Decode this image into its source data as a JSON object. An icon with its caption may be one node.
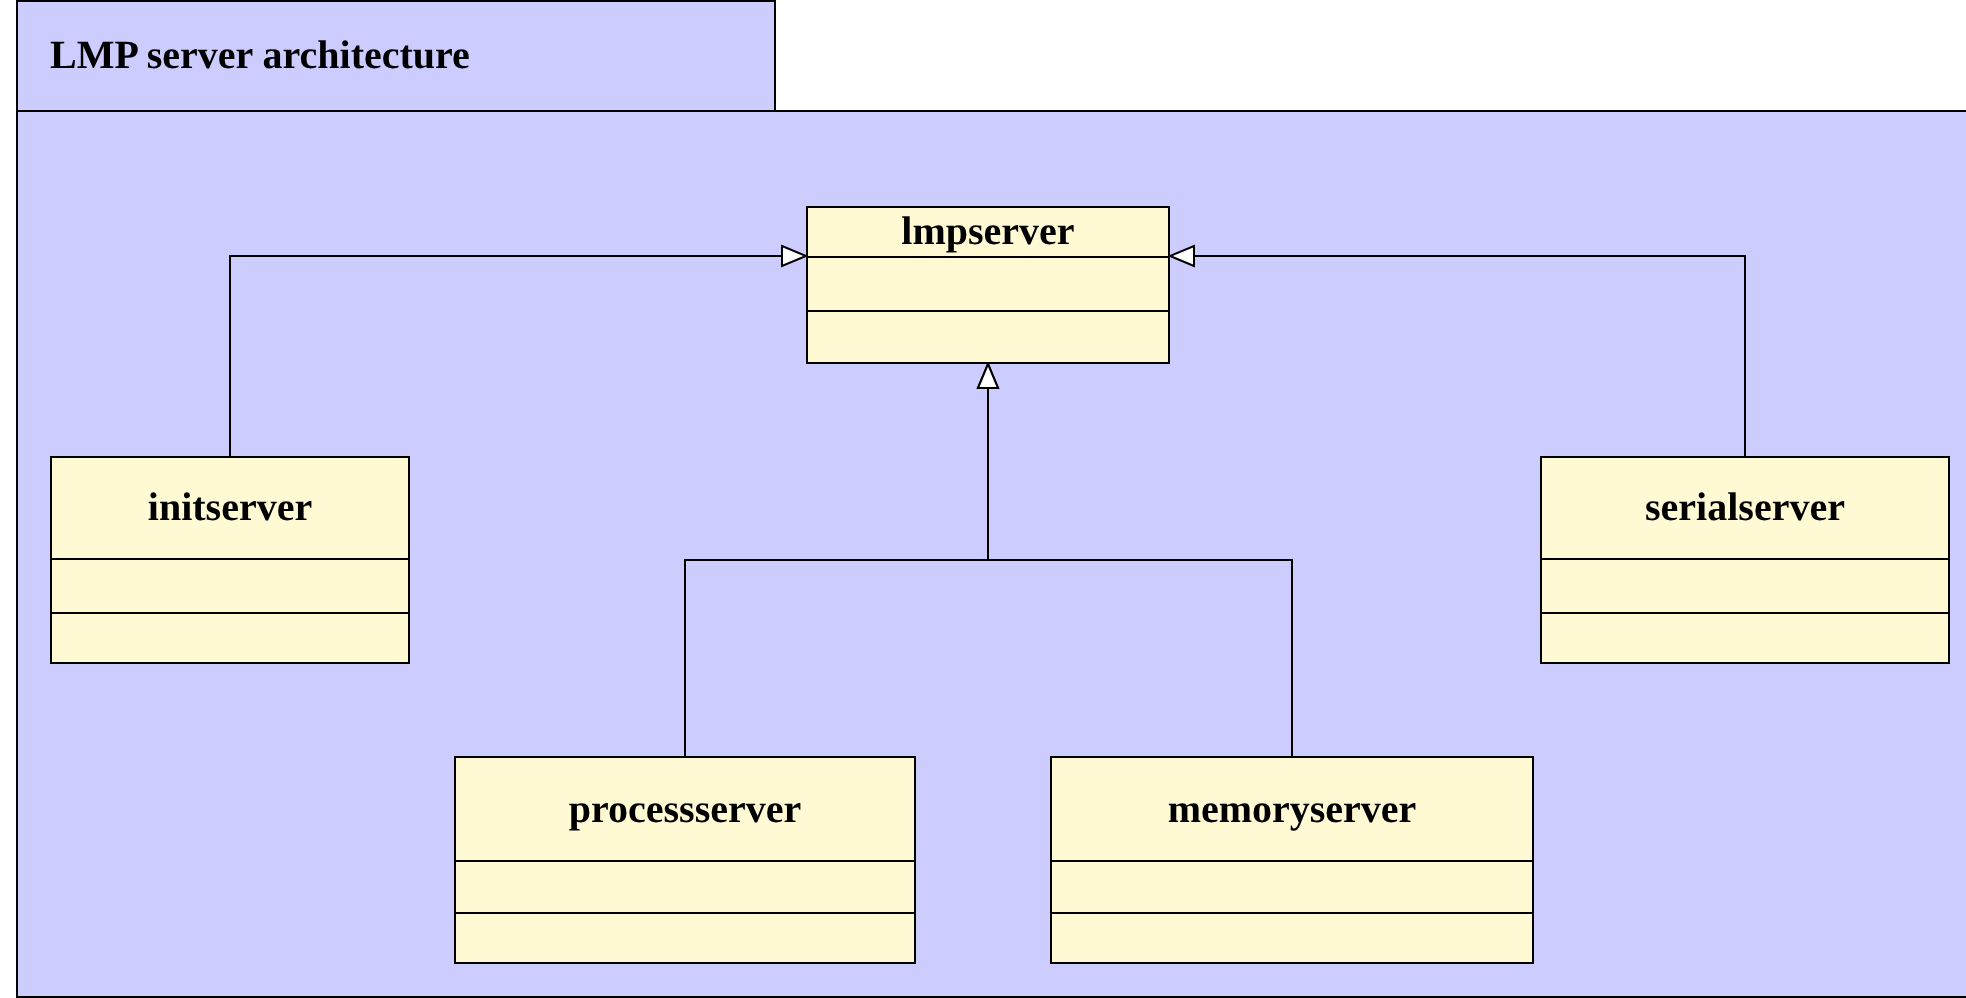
{
  "diagram": {
    "nodes": [
      {
        "text": [
          "LMP server architecture"
        ]
      },
      {
        "text": [
          "lmpserver"
        ],
        "in": 0
      },
      {
        "text": [
          "initserver"
        ],
        "in": 0
      },
      {
        "text": [
          "serialserver"
        ],
        "in": 0
      },
      {
        "text": [
          "processserver"
        ],
        "in": 0
      },
      {
        "text": [
          "memoryserver"
        ],
        "in": 0
      }
    ],
    "edges": [
      {
        "from": 2,
        "to": 1,
        "arrow": "to"
      },
      {
        "from": 3,
        "to": 1,
        "arrow": "to"
      },
      {
        "from": 4,
        "to": 1,
        "arrow": "to"
      },
      {
        "from": 5,
        "to": 1,
        "arrow": "to"
      }
    ]
  }
}
